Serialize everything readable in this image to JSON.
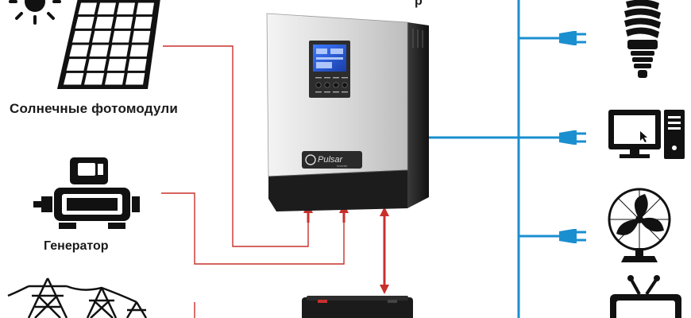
{
  "labels": {
    "solar": "Солнечные  фотомодули",
    "generator": "Генератор",
    "header_fragment": "р"
  },
  "inverter": {
    "brand": "Pulsar",
    "model": "Inverter"
  },
  "colors": {
    "ac_line": "#1a8fd0",
    "dc_line": "#c9302c",
    "arrow": "#c9302c",
    "inverter_body_light": "#e4e4e4",
    "inverter_body_dark": "#1c1c1c",
    "lcd": "#2a5fd8",
    "icon": "#111111"
  },
  "icons": {
    "sun": "sun-icon",
    "solar_panel": "solar-panel-icon",
    "generator": "generator-icon",
    "power_grid": "power-grid-icon",
    "battery": "battery-icon",
    "lamp": "energy-saving-lamp-icon",
    "computer": "computer-icon",
    "fan": "fan-icon",
    "tv": "tv-icon",
    "plug": "plug-icon"
  }
}
